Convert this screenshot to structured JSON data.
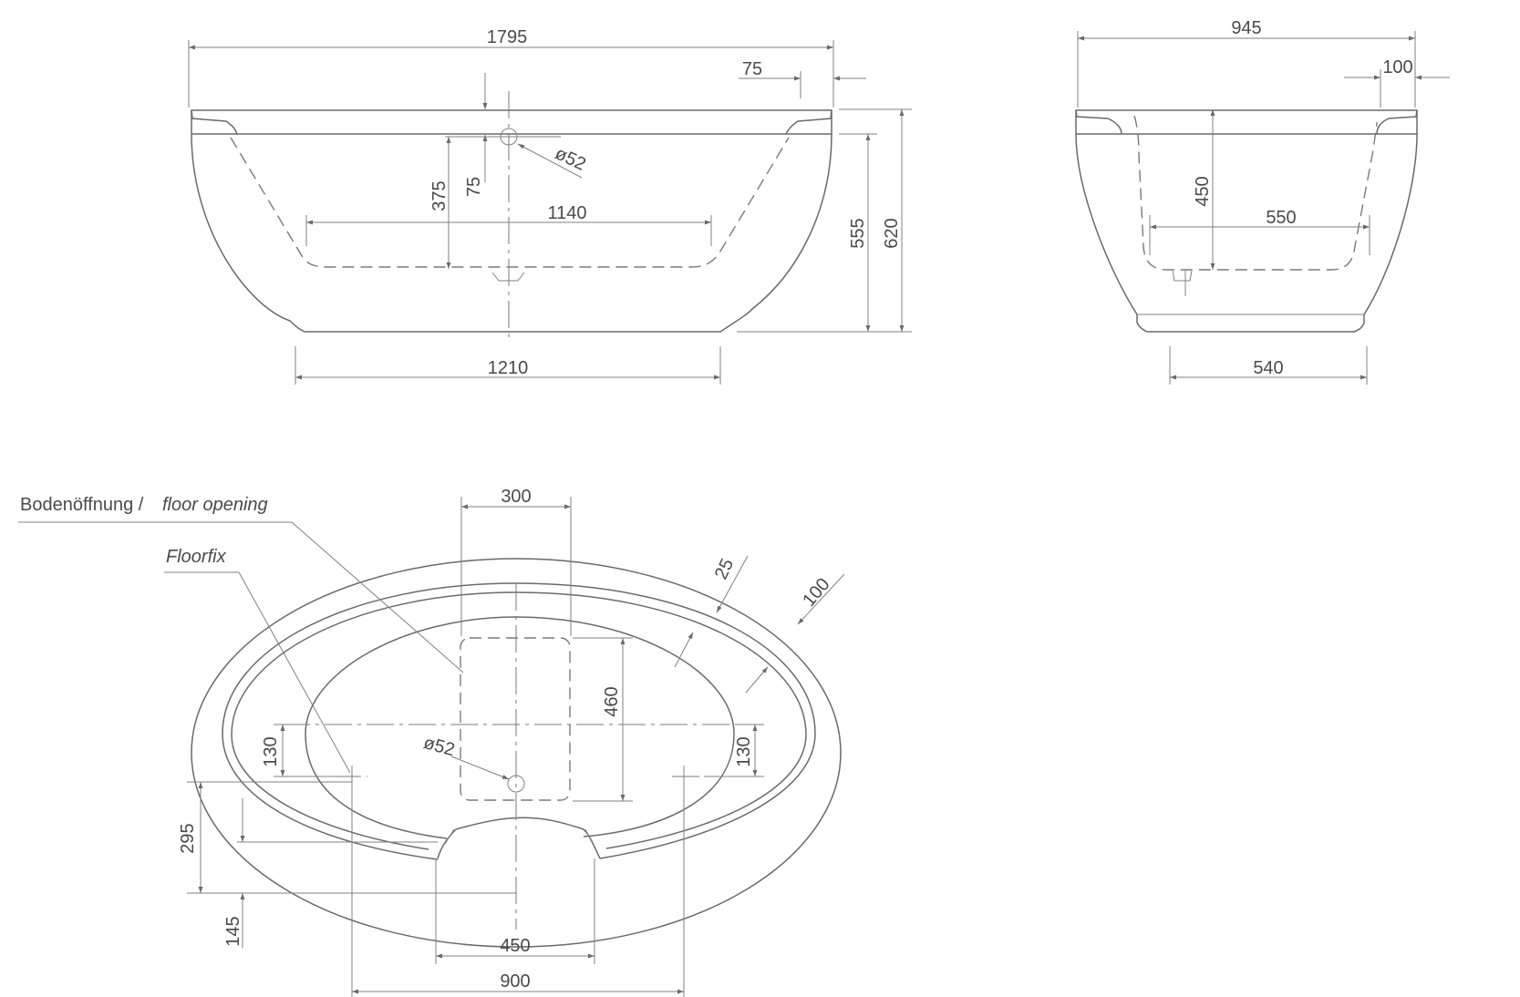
{
  "views": {
    "side": {
      "length_overall": "1795",
      "rim_offset": "75",
      "drain_dia": "ø52",
      "depth_inner": "375",
      "drain_offset": "75",
      "floor_length": "1140",
      "base_length": "1210",
      "height_rim": "555",
      "height_total": "620"
    },
    "end": {
      "width_overall": "945",
      "rim_offset": "100",
      "depth_inner": "450",
      "floor_width": "550",
      "base_width": "540"
    },
    "plan": {
      "label_floor_opening_de": "Bodenöffnung /",
      "label_floor_opening_en": "floor opening",
      "label_floorfix": "Floorfix",
      "opening_width": "300",
      "rim_25": "25",
      "rim_100": "100",
      "opening_depth": "460",
      "drain_dia": "ø52",
      "floorfix_offset_left": "130",
      "floorfix_offset_right": "130",
      "dim_295": "295",
      "dim_145": "145",
      "dim_450": "450",
      "dim_900": "900"
    }
  }
}
